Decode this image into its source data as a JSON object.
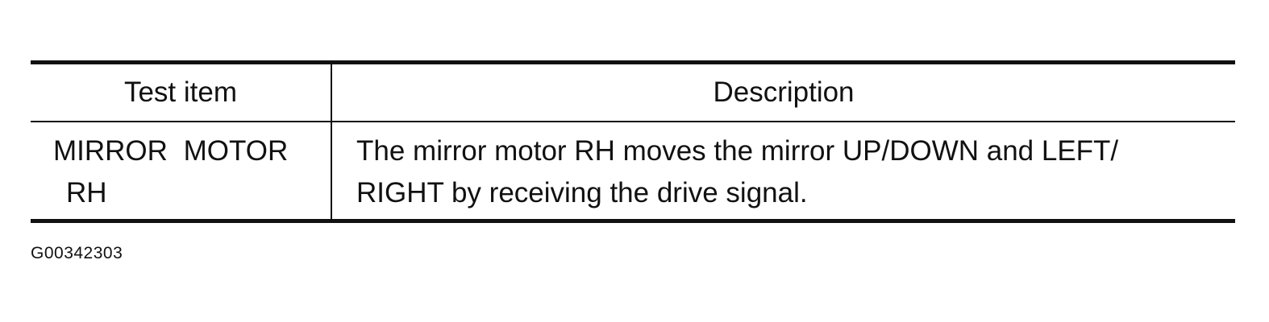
{
  "table": {
    "headers": {
      "test_item": "Test item",
      "description": "Description"
    },
    "rows": [
      {
        "test_item_line1": "MIRROR MOTOR",
        "test_item_line2": "RH",
        "description_line1": "The mirror motor RH moves the mirror UP/DOWN and LEFT/",
        "description_line2": "RIGHT by receiving the drive signal."
      }
    ]
  },
  "figure_code": "G00342303"
}
